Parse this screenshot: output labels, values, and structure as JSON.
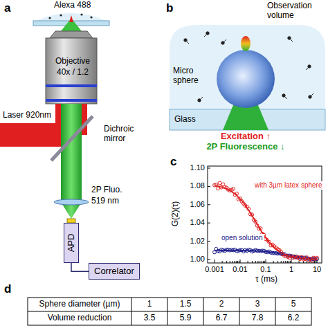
{
  "diagram": {
    "nodes": [
      {
        "text": [
          "APD"
        ]
      },
      {
        "text": [
          "Correlator"
        ]
      }
    ],
    "edges": [
      {
        "from": 0,
        "to": 1,
        "arrow": "none"
      }
    ],
    "labels": [
      "a",
      "Alexa 488",
      "Objective",
      "40x / 1.2",
      "Laser 920nm",
      "Dichroic mirror",
      "2P Fluo.",
      "519 nm",
      "b",
      "Observation volume",
      "Micro sphere",
      "Glass",
      "Excitation ↑",
      "2P Fluorescence ↓",
      "c",
      "1.10",
      "1.08",
      "1.06",
      "1.04",
      "1.02",
      "1.00",
      "G(2)(τ)",
      "0.001",
      "0.01",
      "0.1",
      "1",
      "10",
      "τ (ms)",
      "with 3µm latex sphere",
      "open solution",
      "d",
      "Sphere diameter (µm)",
      "1",
      "1.5",
      "2",
      "3",
      "5",
      "Volume reduction",
      "3.5",
      "5.9",
      "6.7",
      "7.8",
      "6.2"
    ]
  }
}
